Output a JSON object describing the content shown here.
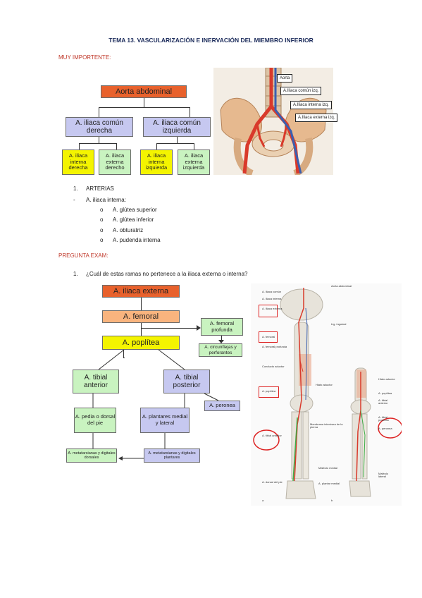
{
  "title": "TEMA 13. VASCULARIZACIÓN E INERVACIÓN DEL MIEMBRO INFERIOR",
  "section1": "MUY IMPORTENTE:",
  "diagram1": {
    "root": "Aorta abdominal",
    "left": "A. iliaca común derecha",
    "right": "A. iliaca común izquierda",
    "ll": "A. iliaca interna derecha",
    "lr": "A. iliaca externa derecho",
    "rl": "A. iliaca interna izquierda",
    "rr": "A. iliaca externa izquierda"
  },
  "pelvis_labels": [
    "Aorta",
    "A.Iliaca común izq.",
    "A.Iliaca interna izq.",
    "A.Iliaca externa izq."
  ],
  "list": {
    "num": "1.",
    "heading": "ARTERIAS",
    "dash": "-",
    "sub": "A. iliaca interna:",
    "items": [
      "A. glútea superior",
      "A. glútea inferior",
      "A. obturatriz",
      "A. pudenda interna"
    ]
  },
  "section2": "PREGUNTA EXAM:",
  "question": {
    "num": "1.",
    "text": "¿Cuál de estas ramas no pertenece a la iliaca externa o interna?"
  },
  "diagram2": {
    "externa": "A. iliaca externa",
    "femoral": "A. femoral",
    "profunda": "A. femoral profunda",
    "poplitea": "A. poplítea",
    "circunflejas": "A. circunflejas y perforantes",
    "tib_ant": "A. tibial anterior",
    "tib_post": "A. tibial posterior",
    "peronea": "A. peronea",
    "pedia": "A. pedia o dorsal del pie",
    "plantares": "A. plantares medial y lateral",
    "meta_dors": "A. metatarsianas y digitales dorsales",
    "meta_plant": "A. metatarsianas y digitales plantares"
  },
  "leg_left_labels": [
    "A. iliaca común",
    "A. iliaca interna",
    "A. iliaca externa",
    "A. femoral",
    "A. femoral profunda",
    "Conducto aductor",
    "A. poplítea",
    "A. tibial anterior",
    "A. dorsal del pie"
  ],
  "leg_mid_labels": [
    "Aorta abdominal",
    "Lig. inguinal",
    "Hiato aductor",
    "Membrana interósea de la pierna",
    "Maléolo medial",
    "A. plantar medial"
  ],
  "leg_right_labels": [
    "Hiato aductor",
    "A. poplítea",
    "A. tibial anterior",
    "A. tibial posterior",
    "A. peronea",
    "Maléolo lateral"
  ],
  "fig_letters": [
    "a",
    "b"
  ],
  "colors": {
    "red_head": "#c0392b",
    "orange": "#e8612c",
    "blue_box": "#c6c8f0",
    "yellow": "#f4f400",
    "green": "#c9f3c0",
    "peach": "#f9b47e"
  }
}
